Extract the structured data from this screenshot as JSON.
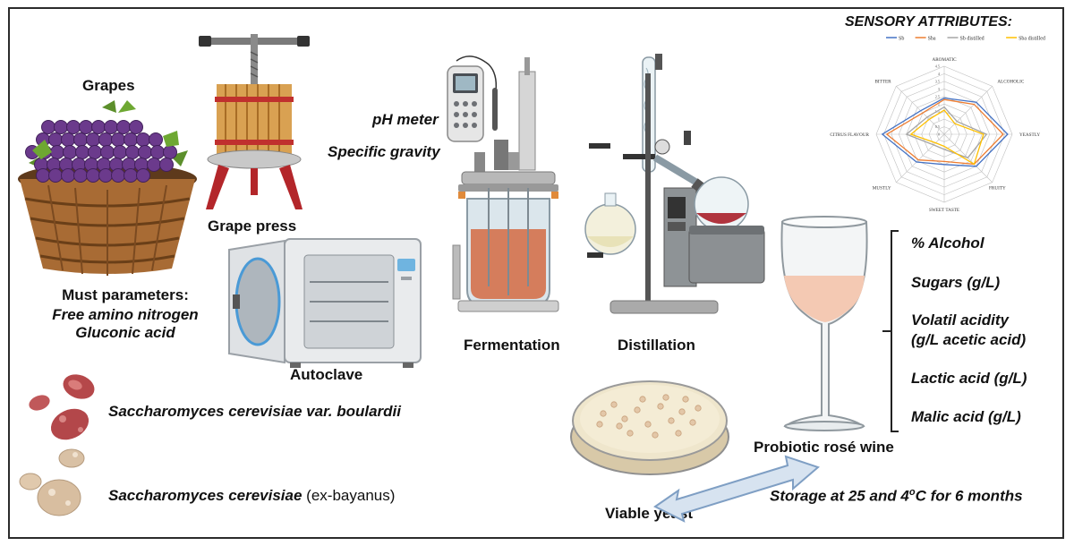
{
  "labels": {
    "grapes": "Grapes",
    "grape_press": "Grape press",
    "autoclave": "Autoclave",
    "fermentation": "Fermentation",
    "distillation": "Distillation",
    "ph_meter": "pH meter",
    "specific_gravity": "Specific gravity",
    "must_title": "Must parameters:",
    "must_line1": "Free amino nitrogen",
    "must_line2": "Gluconic acid",
    "yeast1": "Saccharomyces cerevisiae var. boulardii",
    "yeast2_italic": "Saccharomyces cerevisiae",
    "yeast2_plain": " (ex-bayanus)",
    "probiotic_wine": "Probiotic rosé wine",
    "viable_yeast": "Viable yeast",
    "storage_prefix": "Storage at 25 and 4",
    "storage_deg": "o",
    "storage_suffix": "C for 6 months"
  },
  "wine_parameters": [
    "% Alcohol",
    "Sugars (g/L)",
    "Volatil acidity",
    "(g/L acetic acid)",
    "Lactic acid (g/L)",
    "Malic acid (g/L)"
  ],
  "sensory": {
    "title": "SENSORY ATTRIBUTES:",
    "legend": [
      {
        "name": "Sb",
        "color": "#4472c4"
      },
      {
        "name": "Sba",
        "color": "#ed7d31"
      },
      {
        "name": "Sb distilled",
        "color": "#a5a5a5"
      },
      {
        "name": "Sba distilled",
        "color": "#ffc000"
      }
    ],
    "axes": [
      "AROMATIC",
      "ALCOHOLIC",
      "YEASTLY",
      "FRUITY",
      "SWEET TASTE",
      "MUSTLY",
      "CITRUS FLAVOUR",
      "BITTER"
    ],
    "scale_ticks": [
      "4.5",
      "4",
      "3.5",
      "3",
      "2.5",
      "2",
      "1.5",
      "1",
      "0.5",
      "0"
    ],
    "max": 4.5,
    "series": [
      {
        "name": "Sb",
        "values": [
          2.4,
          3.0,
          4.2,
          3.0,
          2.0,
          2.6,
          4.1,
          2.2
        ]
      },
      {
        "name": "Sba",
        "values": [
          2.3,
          2.8,
          3.9,
          2.8,
          1.8,
          2.4,
          3.8,
          2.0
        ]
      },
      {
        "name": "Sb distilled",
        "values": [
          1.8,
          1.2,
          2.8,
          2.2,
          1.0,
          1.0,
          2.5,
          1.6
        ]
      },
      {
        "name": "Sba distilled",
        "values": [
          1.6,
          1.0,
          2.6,
          2.8,
          0.8,
          0.8,
          2.2,
          1.4
        ]
      }
    ]
  }
}
